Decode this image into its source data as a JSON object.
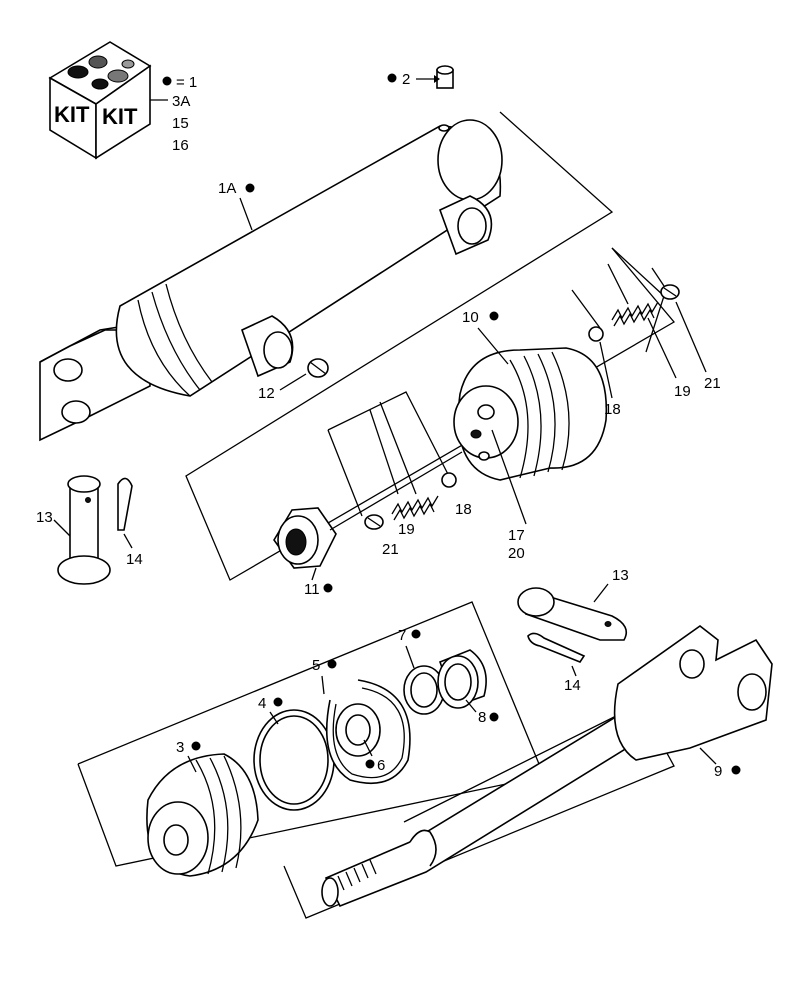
{
  "kit_legend": {
    "box_text_left": "KIT",
    "box_text_right": "KIT",
    "dot_equals": "= 1",
    "items": [
      "3A",
      "15",
      "16"
    ]
  },
  "callouts": {
    "p1a": "1A",
    "p2": "2",
    "p3": "3",
    "p4": "4",
    "p5": "5",
    "p6": "6",
    "p7": "7",
    "p8": "8",
    "p9": "9",
    "p10": "10",
    "p11": "11",
    "p12": "12",
    "p13a": "13",
    "p13b": "13",
    "p14a": "14",
    "p14b": "14",
    "p17": "17",
    "p20": "20",
    "p18a": "18",
    "p18b": "18",
    "p19a": "19",
    "p19b": "19",
    "p21a": "21",
    "p21b": "21"
  }
}
